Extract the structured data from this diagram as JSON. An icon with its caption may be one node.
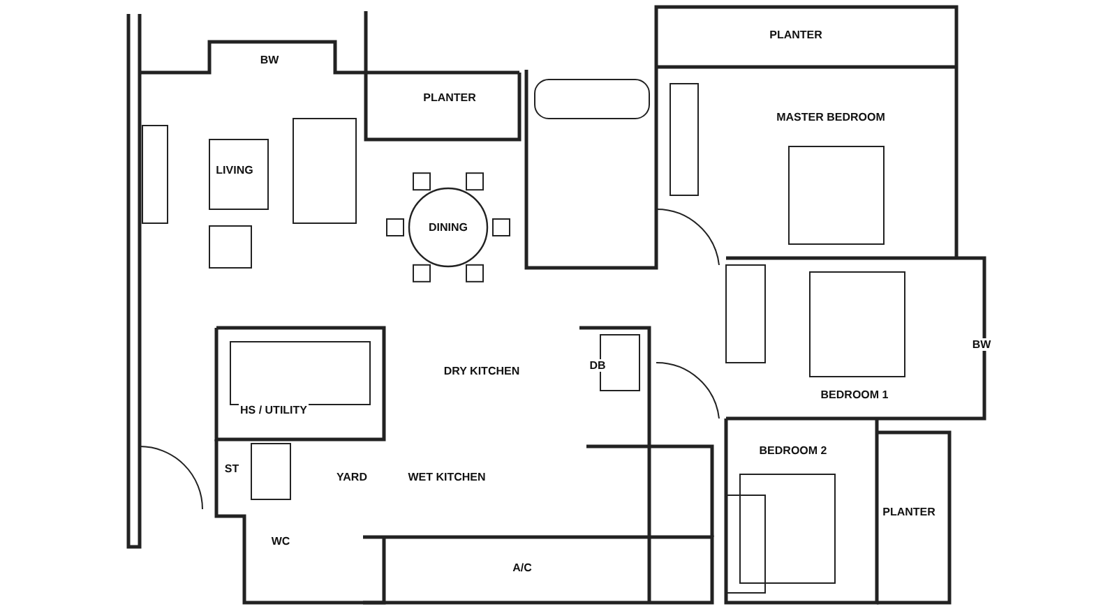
{
  "diagram": {
    "labels": [
      "PLANTER",
      "BW",
      "PLANTER",
      "MASTER BEDROOM",
      "LIVING",
      "DINING",
      "BW",
      "DB",
      "DRY KITCHEN",
      "BEDROOM 1",
      "HS / UTILITY",
      "BEDROOM 2",
      "ST",
      "YARD",
      "WET KITCHEN",
      "PLANTER",
      "WC",
      "A/C"
    ]
  }
}
